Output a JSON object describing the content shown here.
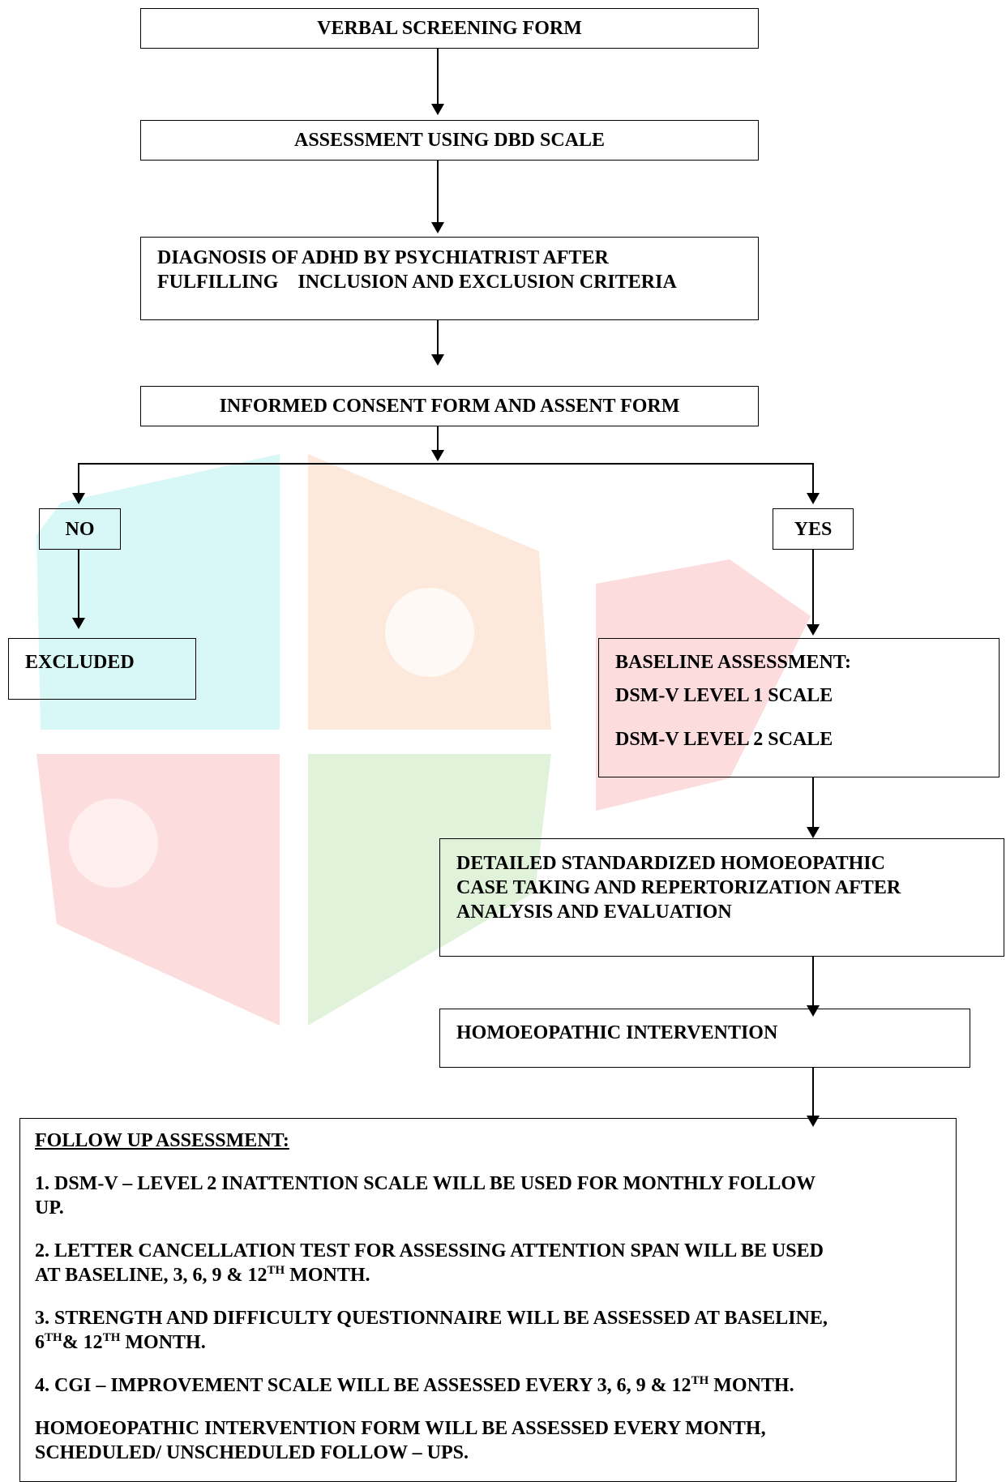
{
  "flow": {
    "step1": "VERBAL SCREENING FORM",
    "step2": "ASSESSMENT USING DBD SCALE",
    "step3_line1": "DIAGNOSIS OF ADHD BY PSYCHIATRIST AFTER",
    "step3_line2": "FULFILLING    INCLUSION AND EXCLUSION CRITERIA",
    "step4": "INFORMED CONSENT FORM AND ASSENT FORM",
    "no": "NO",
    "yes": "YES",
    "excluded": "EXCLUDED",
    "baseline_title": "BASELINE ASSESSMENT:",
    "baseline_item1": "DSM-V LEVEL 1 SCALE",
    "baseline_item2": "DSM-V LEVEL 2 SCALE",
    "detailed_line1": "DETAILED STANDARDIZED HOMOEOPATHIC",
    "detailed_line2": "CASE TAKING AND REPERTORIZATION AFTER",
    "detailed_line3": "ANALYSIS AND EVALUATION",
    "intervention": "HOMOEOPATHIC INTERVENTION"
  },
  "followup": {
    "title": "FOLLOW UP ASSESSMENT:",
    "item1_line1": "1. DSM-V – LEVEL 2 INATTENTION SCALE WILL BE USED FOR MONTHLY FOLLOW",
    "item1_line2": "UP.",
    "item2_line1": "2. LETTER CANCELLATION TEST FOR ASSESSING ATTENTION SPAN WILL BE USED",
    "item2_line2_a": "AT BASELINE, 3, 6, 9 & 12",
    "item2_sup": "TH",
    "item2_line2_b": " MONTH.",
    "item3_line1": "3. STRENGTH AND DIFFICULTY QUESTIONNAIRE WILL BE ASSESSED AT BASELINE,",
    "item3_line2_a": "6",
    "item3_sup1": "TH",
    "item3_line2_b": "& 12",
    "item3_sup2": "TH",
    "item3_line2_c": " MONTH.",
    "item4_a": "4. CGI – IMPROVEMENT SCALE WILL BE ASSESSED EVERY 3, 6, 9 & 12",
    "item4_sup": "TH",
    "item4_b": " MONTH.",
    "note_line1": "HOMOEOPATHIC INTERVENTION FORM WILL BE ASSESSED EVERY MONTH,",
    "note_line2": "SCHEDULED/ UNSCHEDULED FOLLOW – UPS."
  },
  "colors": {
    "watermark_cyan": "#d8f8f8",
    "watermark_orange": "#fde9dc",
    "watermark_red": "#fcdcdc",
    "watermark_green": "#e0f2da"
  }
}
